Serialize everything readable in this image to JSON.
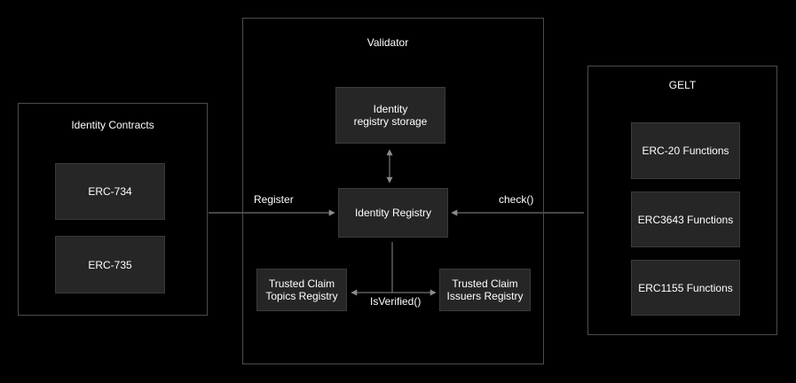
{
  "groups": {
    "identity_contracts": {
      "title": "Identity Contracts"
    },
    "validator": {
      "title": "Validator"
    },
    "gelt": {
      "title": "GELT"
    }
  },
  "nodes": {
    "erc734": "ERC-734",
    "erc735": "ERC-735",
    "identity_registry_storage": [
      "Identity",
      "registry storage"
    ],
    "identity_registry": "Identity Registry",
    "trusted_claim_topics": [
      "Trusted Claim",
      "Topics Registry"
    ],
    "trusted_claim_issuers": [
      "Trusted Claim",
      "Issuers Registry"
    ],
    "erc20_functions": "ERC-20 Functions",
    "erc3643_functions": "ERC3643 Functions",
    "erc1155_functions": "ERC1155 Functions"
  },
  "edges": {
    "register": "Register",
    "check": "check()",
    "is_verified": "IsVerified()"
  },
  "colors": {
    "background": "#000000",
    "node_fill": "#262626",
    "group_border": "#4d4d4d",
    "edge": "#8c8c8c",
    "text": "#ffffff"
  }
}
